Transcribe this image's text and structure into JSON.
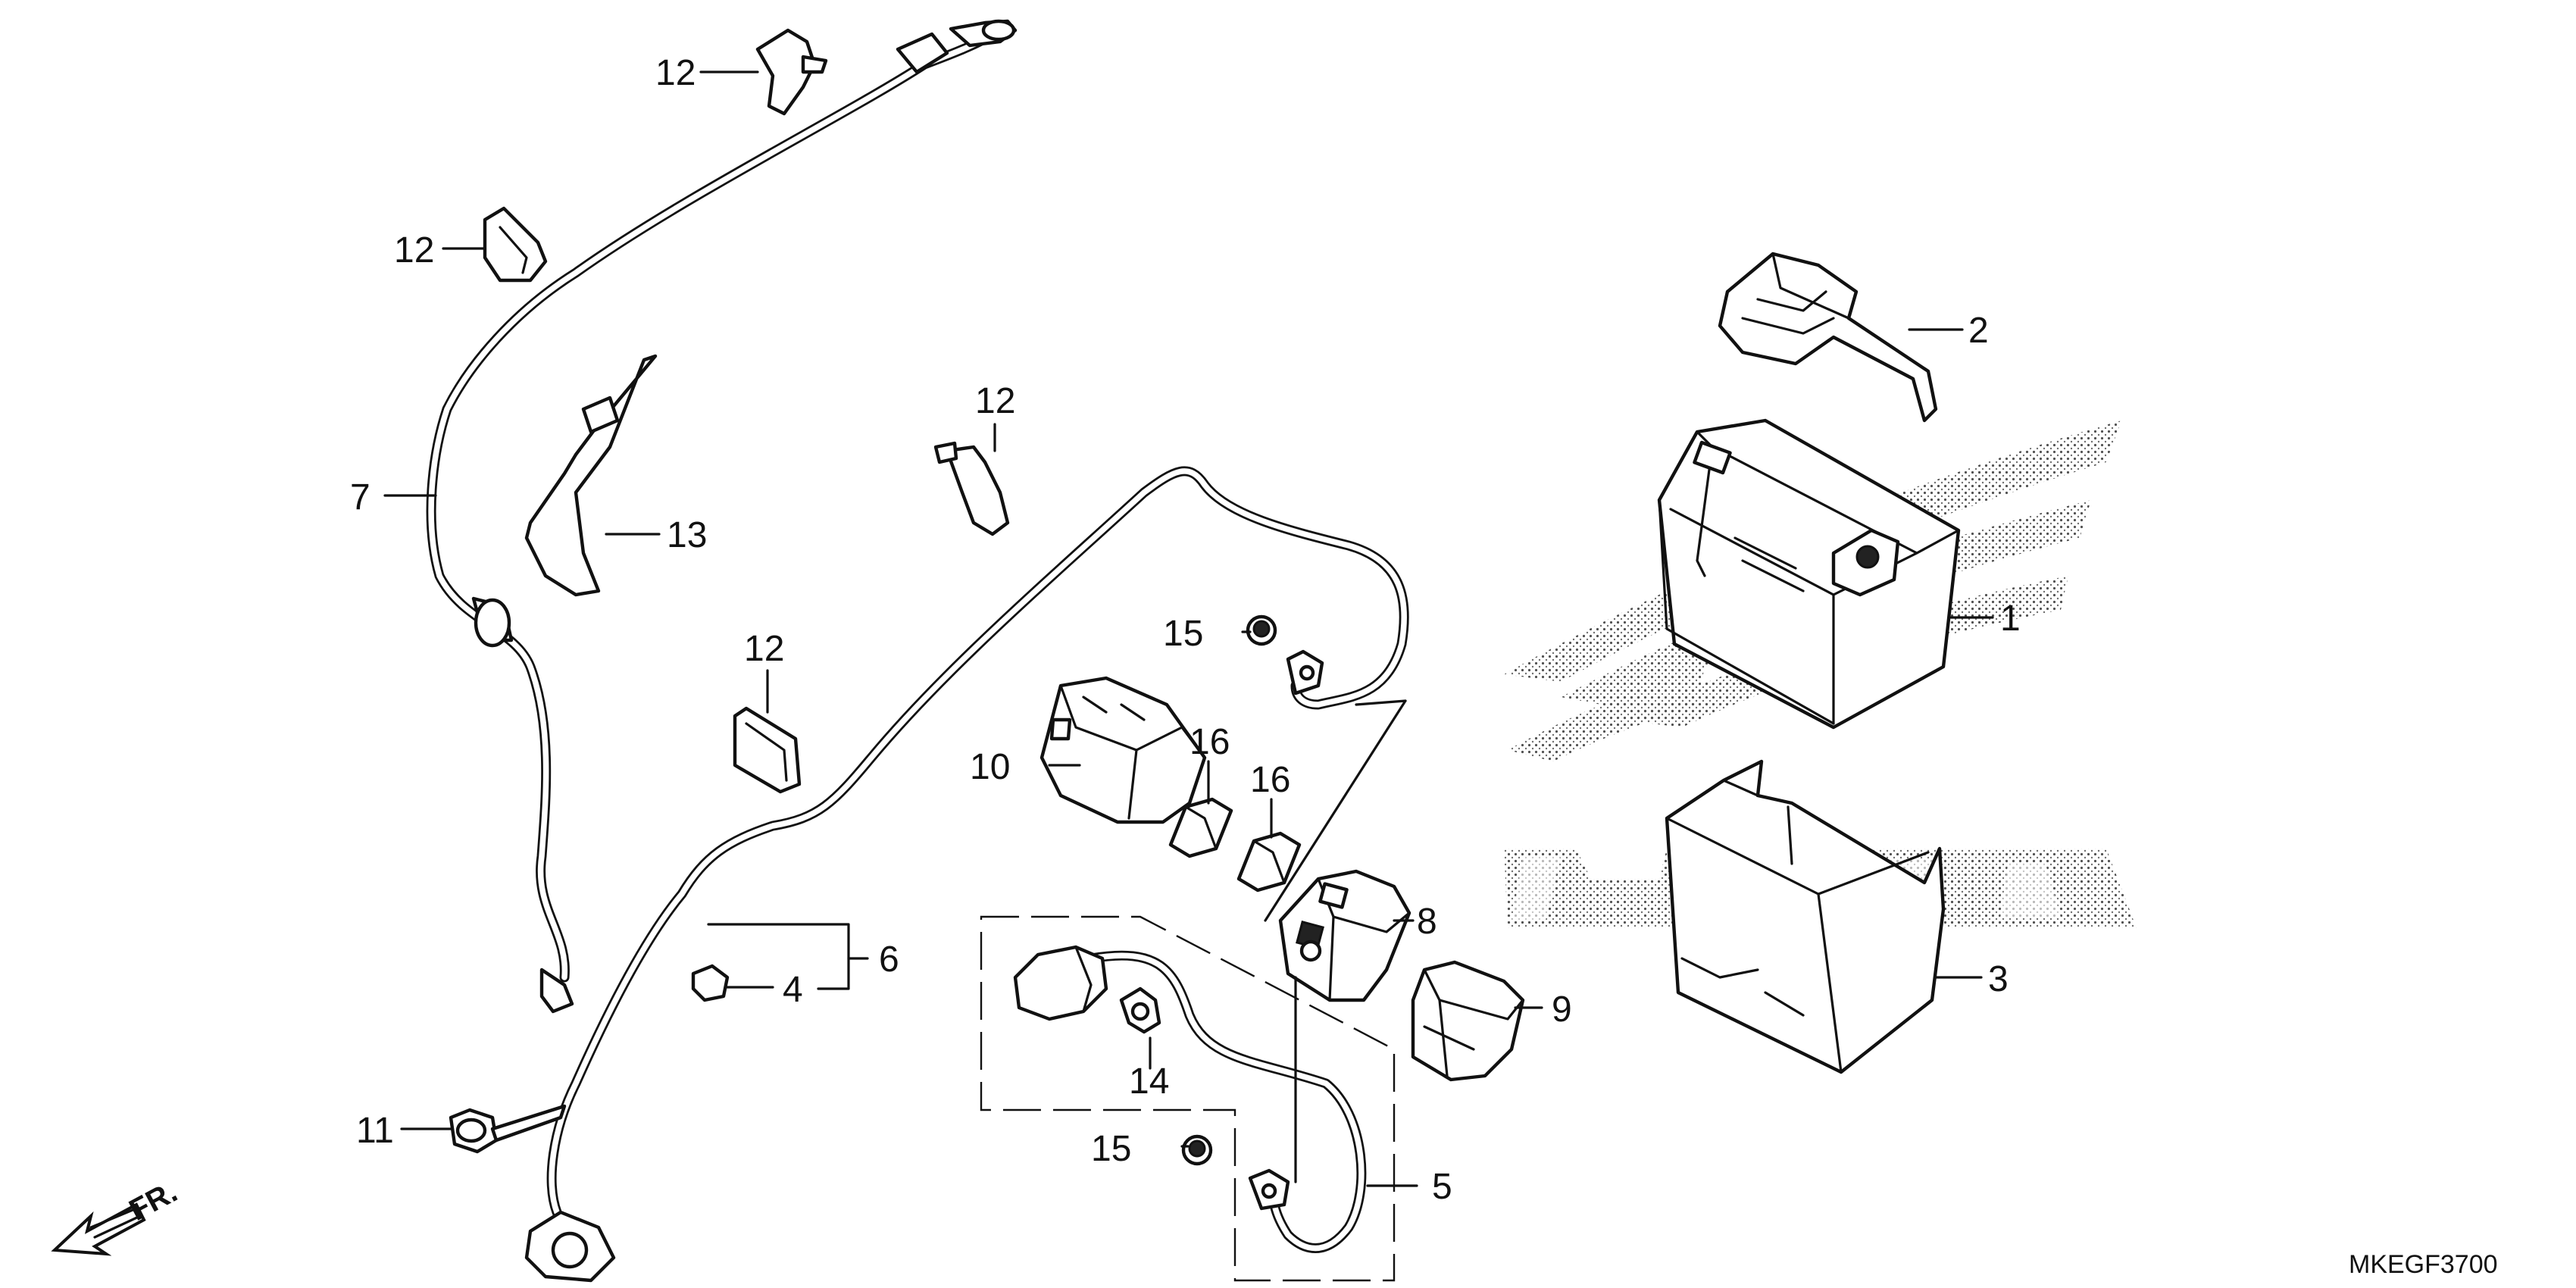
{
  "diagram": {
    "code": "MKEGF3700",
    "front_label": "FR.",
    "callouts": {
      "c1": "1",
      "c2": "2",
      "c3": "3",
      "c4": "4",
      "c5": "5",
      "c6": "6",
      "c7": "7",
      "c8": "8",
      "c9": "9",
      "c10": "10",
      "c11": "11",
      "c12a": "12",
      "c12b": "12",
      "c12c": "12",
      "c12d": "12",
      "c13": "13",
      "c14": "14",
      "c15a": "15",
      "c15b": "15",
      "c16a": "16",
      "c16b": "16"
    }
  }
}
